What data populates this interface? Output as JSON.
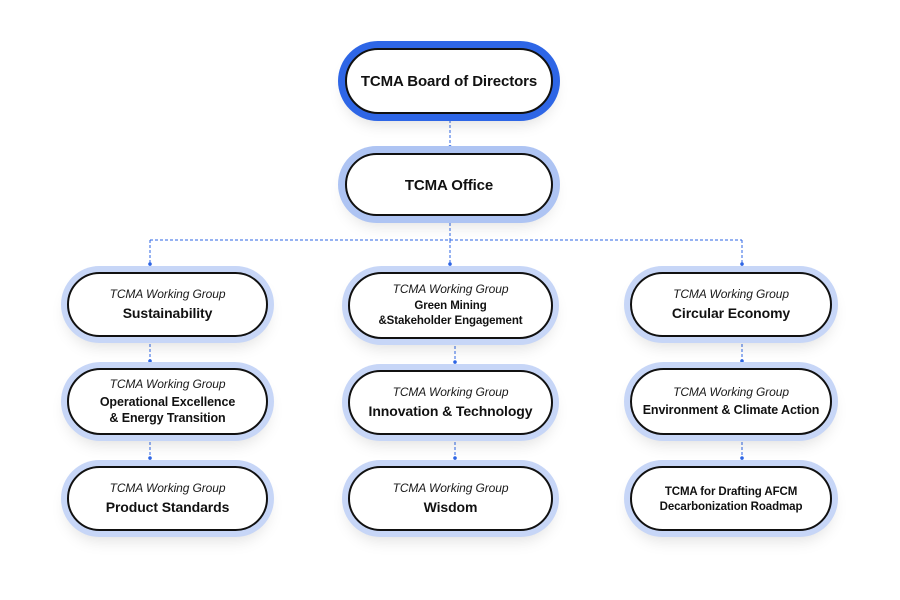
{
  "colors": {
    "connector": "#2e66e6",
    "ring_top": "#2e66e6",
    "ring_office": "#aec4f3",
    "ring_group": "#c7d6f7",
    "border": "#111111"
  },
  "board": {
    "title": "TCMA Board of Directors"
  },
  "office": {
    "title": "TCMA Office"
  },
  "columns": [
    {
      "groups": [
        {
          "subtitle": "TCMA Working Group",
          "title_lines": [
            "Sustainability"
          ]
        },
        {
          "subtitle": "TCMA Working Group",
          "title_lines": [
            "Operational Excellence",
            "& Energy Transition"
          ]
        },
        {
          "subtitle": "TCMA Working Group",
          "title_lines": [
            "Product Standards"
          ]
        }
      ]
    },
    {
      "groups": [
        {
          "subtitle": "TCMA Working Group",
          "title_lines": [
            "Green Mining",
            "&Stakeholder Engagement"
          ]
        },
        {
          "subtitle": "TCMA Working Group",
          "title_lines": [
            "Innovation & Technology"
          ]
        },
        {
          "subtitle": "TCMA Working Group",
          "title_lines": [
            "Wisdom"
          ]
        }
      ]
    },
    {
      "groups": [
        {
          "subtitle": "TCMA Working Group",
          "title_lines": [
            "Circular Economy"
          ]
        },
        {
          "subtitle": "TCMA Working Group",
          "title_lines": [
            "Environment & Climate Action"
          ]
        },
        {
          "subtitle": "",
          "title_lines": [
            "TCMA for Drafting AFCM",
            "Decarbonization Roadmap"
          ]
        }
      ]
    }
  ]
}
